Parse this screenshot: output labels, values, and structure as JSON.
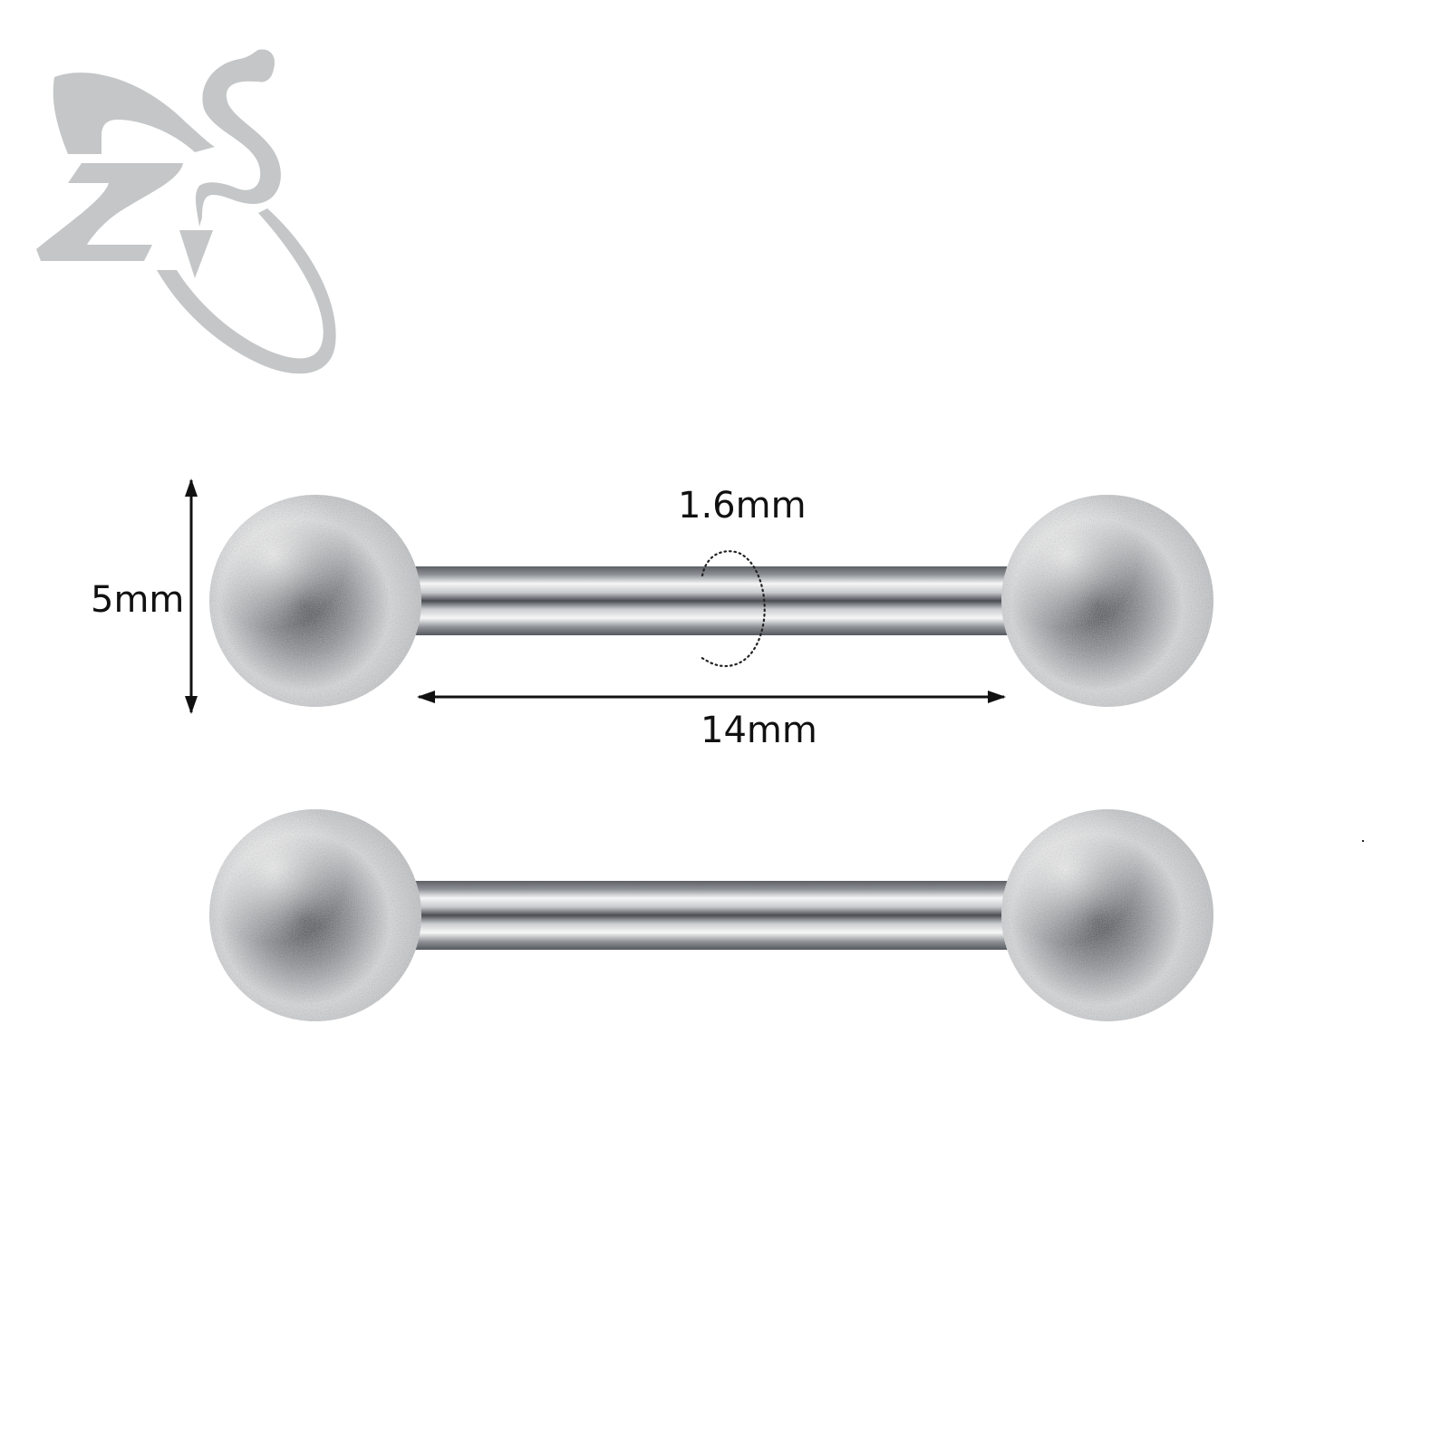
{
  "image": {
    "type": "product-dimension-diagram",
    "subject": "barbell piercing (2 pieces)",
    "background": "#ffffff"
  },
  "logo": {
    "name": "ZS logo",
    "letters": "ZS",
    "color": "#c4c6c7"
  },
  "dimensions": {
    "ball_diameter": "5mm",
    "bar_thickness": "1.6mm",
    "bar_length": "14mm"
  },
  "colors": {
    "annotation": "#111111",
    "metal_light": "#f4f4f4",
    "metal_mid": "#b9bcbf",
    "metal_dark": "#4a4d52"
  },
  "items": [
    {
      "label": "barbell-top",
      "balls": 2,
      "annotated": true
    },
    {
      "label": "barbell-bottom",
      "balls": 2,
      "annotated": false
    }
  ]
}
